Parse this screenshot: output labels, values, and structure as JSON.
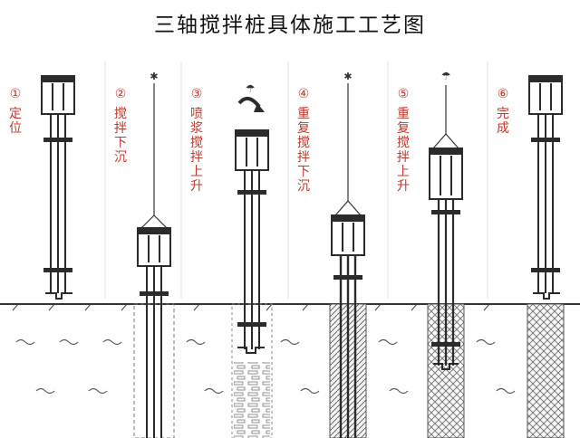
{
  "title": "三轴搅拌桩具体施工工艺图",
  "colors": {
    "label": "#c0392b",
    "line": "#2b2b2b",
    "ground": "#333333",
    "water_mark": "#444444"
  },
  "steps": [
    {
      "num": "①",
      "label": "定位"
    },
    {
      "num": "②",
      "label": "搅拌下沉"
    },
    {
      "num": "③",
      "label": "喷浆搅拌上升"
    },
    {
      "num": "④",
      "label": "重复搅拌下沉"
    },
    {
      "num": "⑤",
      "label": "重复搅拌上升"
    },
    {
      "num": "⑥",
      "label": "完成"
    }
  ]
}
